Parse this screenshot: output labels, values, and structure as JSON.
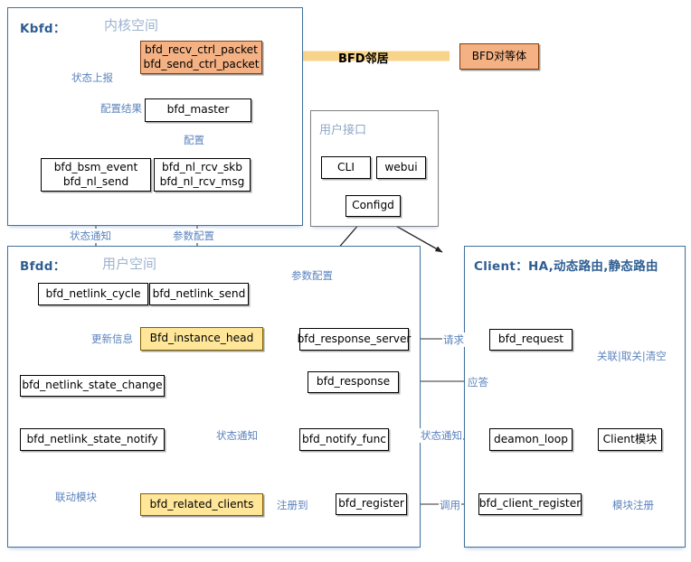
{
  "diagram": {
    "title": "BFD module architecture",
    "colors": {
      "orange": "#F4B183",
      "yellow": "#FFE699",
      "section_border": "#41719C",
      "label_blue": "#5B83BD",
      "title_blue": "#2E5E92",
      "arrow_yellow": "#F8D48A"
    }
  },
  "sections": {
    "kbfd": {
      "title": "Kbfd：",
      "subtitle": "内核空间"
    },
    "bfdd": {
      "title": "Bfdd：",
      "subtitle": "用户空间"
    },
    "client": {
      "title": "Client：HA,动态路由,静态路由",
      "subtitle": ""
    },
    "ui": {
      "title": "用户接口"
    }
  },
  "nodes": {
    "ctrl_packet": {
      "line1": "bfd_recv_ctrl_packet",
      "line2": "bfd_send_ctrl_packet"
    },
    "bfd_master": {
      "line1": "bfd_master"
    },
    "bsm_event": {
      "line1": "bfd_bsm_event",
      "line2": "bfd_nl_send"
    },
    "nl_rcv": {
      "line1": "bfd_nl_rcv_skb",
      "line2": "bfd_nl_rcv_msg"
    },
    "bfd_peer": {
      "line1": "BFD对等体"
    },
    "cli": {
      "line1": "CLI"
    },
    "webui": {
      "line1": "webui"
    },
    "configd": {
      "line1": "Configd"
    },
    "netlink_cycle": {
      "line1": "bfd_netlink_cycle"
    },
    "netlink_send": {
      "line1": "bfd_netlink_send"
    },
    "instance_head": {
      "line1": "Bfd_instance_head"
    },
    "state_change": {
      "line1": "bfd_netlink_state_change"
    },
    "state_notify": {
      "line1": "bfd_netlink_state_notify"
    },
    "related_clients": {
      "line1": "bfd_related_clients"
    },
    "response_server": {
      "line1": "bfd_response_server"
    },
    "bfd_response": {
      "line1": "bfd_response"
    },
    "notify_func": {
      "line1": "bfd_notify_func"
    },
    "bfd_register": {
      "line1": "bfd_register"
    },
    "bfd_request": {
      "line1": "bfd_request"
    },
    "deamon_loop": {
      "line1": "deamon_loop"
    },
    "client_module": {
      "line1": "Client模块"
    },
    "client_register": {
      "line1": "bfd_client_register"
    }
  },
  "edge_labels": {
    "bfd_neighbor": "BFD邻居",
    "state_report": "状态上报",
    "config_result": "配置结果",
    "config": "配置",
    "state_notify_k": "状态通知",
    "param_config_k": "参数配置",
    "update_info": "更新信息",
    "param_config_m": "参数配置",
    "request": "请求",
    "reply": "应答",
    "state_notify_m": "状态通知",
    "state_notify_r": "状态通知",
    "linkage_module": "联动模块",
    "register_to": "注册到",
    "invoke": "调用",
    "assoc_unassoc": "关联|取关|清空",
    "module_register": "模块注册"
  }
}
